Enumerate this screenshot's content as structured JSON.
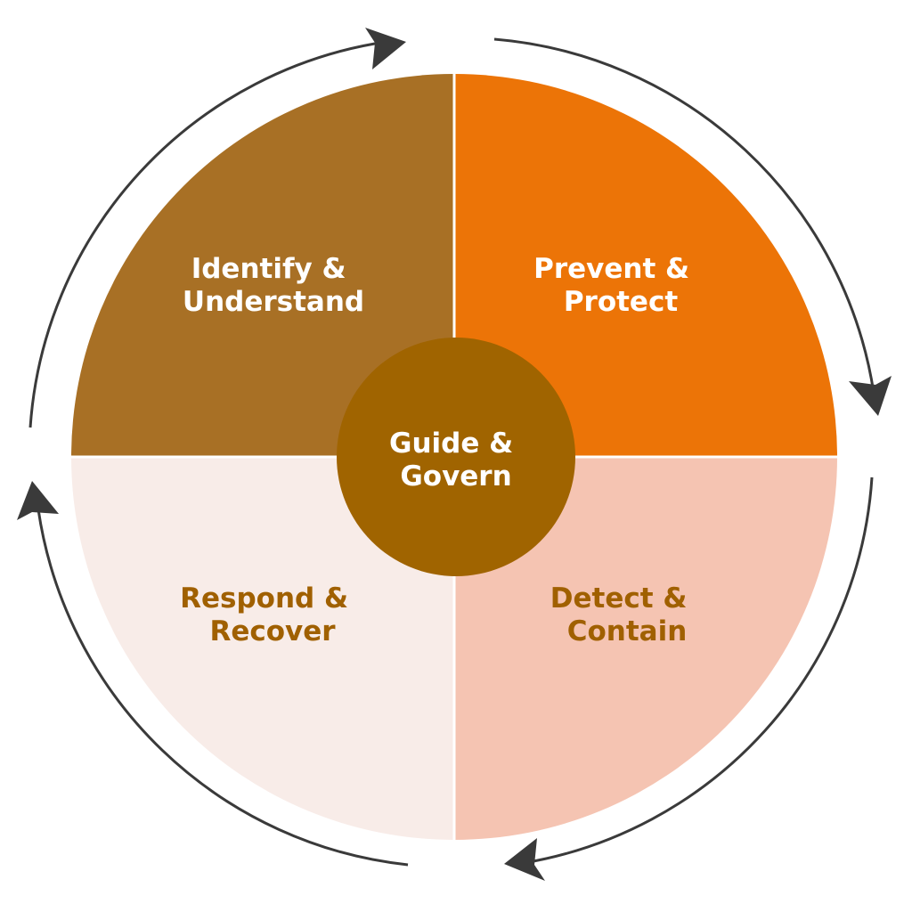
{
  "diagram": {
    "quadrants": {
      "top_left": {
        "line1": "Identify &",
        "line2": "Understand",
        "fill": "#A87025",
        "text_color": "#FFFFFF"
      },
      "top_right": {
        "line1": "Prevent &",
        "line2": "Protect",
        "fill": "#EC7407",
        "text_color": "#FFFFFF"
      },
      "bottom_right": {
        "line1": "Detect &",
        "line2": "Contain",
        "fill": "#F5C4B2",
        "text_color": "#A06000"
      },
      "bottom_left": {
        "line1": "Respond &",
        "line2": "Recover",
        "fill": "#F8ECE8",
        "text_color": "#A06000"
      }
    },
    "center": {
      "line1": "Guide &",
      "line2": "Govern",
      "fill": "#A06400",
      "text_color": "#FFFFFF"
    },
    "cycle": {
      "direction": "clockwise",
      "arrow_color": "#3A3A3A"
    }
  }
}
